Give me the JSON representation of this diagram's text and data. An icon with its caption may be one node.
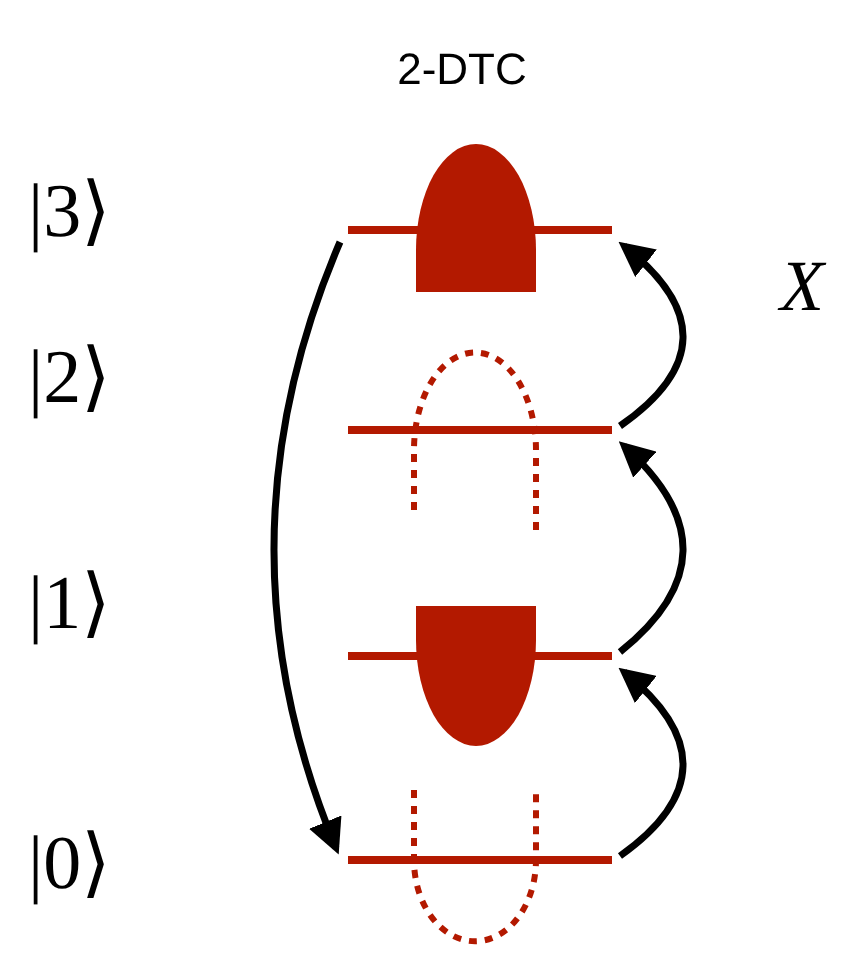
{
  "diagram": {
    "title": "2-DTC",
    "nodes": [
      {
        "text": [],
        "shape": "bar"
      },
      {
        "text": [],
        "shape": "bar"
      },
      {
        "text": [],
        "shape": "bar"
      },
      {
        "text": [],
        "shape": "bar"
      }
    ],
    "edges": [
      {
        "from": 0,
        "to": 3,
        "arrow": "to"
      },
      {
        "from": 3,
        "to": 2,
        "arrow": "to"
      },
      {
        "from": 2,
        "to": 1,
        "arrow": "to"
      },
      {
        "from": 1,
        "to": 0,
        "arrow": "to",
        "label": "X"
      }
    ],
    "labels": [
      "|3⟩",
      "|2⟩",
      "|1⟩",
      "|0⟩"
    ]
  }
}
